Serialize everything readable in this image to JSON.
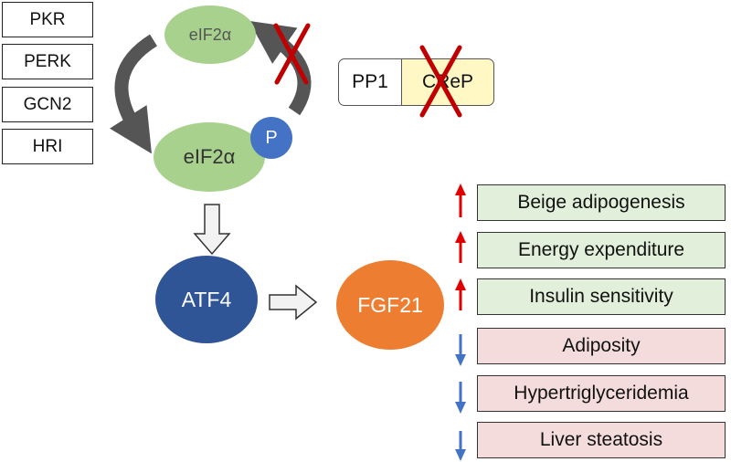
{
  "kinases": [
    "PKR",
    "PERK",
    "GCN2",
    "HRI"
  ],
  "eif2a_top": "eIF2α",
  "eif2a_bottom": "eIF2α",
  "phospho": "P",
  "phosphatases": {
    "pp1": "PP1",
    "crep": "CReP"
  },
  "atf4": "ATF4",
  "fgf21": "FGF21",
  "effects": [
    {
      "label": "Beige adipogenesis",
      "direction": "up"
    },
    {
      "label": "Energy expenditure",
      "direction": "up"
    },
    {
      "label": "Insulin sensitivity",
      "direction": "up"
    },
    {
      "label": "Adiposity",
      "direction": "down"
    },
    {
      "label": "Hypertriglyceridemia",
      "direction": "down"
    },
    {
      "label": "Liver steatosis",
      "direction": "down"
    }
  ],
  "colors": {
    "eif2a_green": "#a9d18e",
    "phospho_blue": "#4472c4",
    "atf4_navy": "#2f5597",
    "fgf21_orange": "#ed7d31",
    "up_red": "#e00000",
    "down_blue": "#4472c4",
    "effect_up_bg": "#e2efda",
    "effect_down_bg": "#f4dcdc",
    "crep_bg": "#fff8c4",
    "cross_red": "#c00000"
  }
}
